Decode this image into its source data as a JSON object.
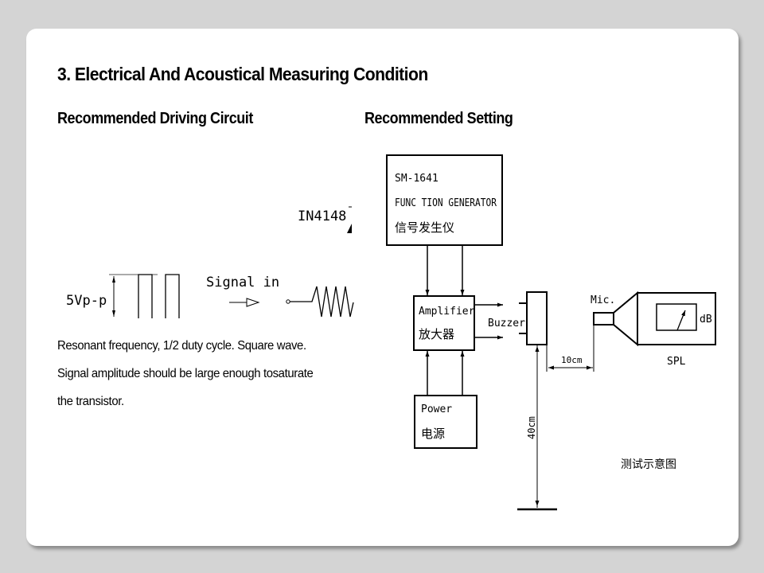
{
  "slide": {
    "title": "3.  Electrical And Acoustical Measuring Condition",
    "left_section": {
      "heading": "Recommended Driving Circuit",
      "diode_label": "IN4148",
      "amplitude_label": "5Vp-p",
      "signal_label": "Signal in",
      "description_lines": [
        "Resonant frequency, 1/2 duty cycle. Square wave.",
        "Signal amplitude should be large enough tosaturate",
        "the transistor."
      ]
    },
    "right_section": {
      "heading": "Recommended Setting",
      "generator": {
        "model": "SM-1641",
        "name": "FUNC TION GENERATOR",
        "name_cn": "信号发生仪"
      },
      "amplifier": {
        "name": "Amplifier",
        "name_cn": "放大器"
      },
      "power": {
        "name": "Power",
        "name_cn": "电源"
      },
      "buzzer_label": "Buzzer",
      "mic_label": "Mic.",
      "meter_unit": "dB",
      "meter_label": "SPL",
      "distance_horizontal": "10cm",
      "distance_vertical": "40cm",
      "caption_cn": "测试示意图"
    }
  }
}
